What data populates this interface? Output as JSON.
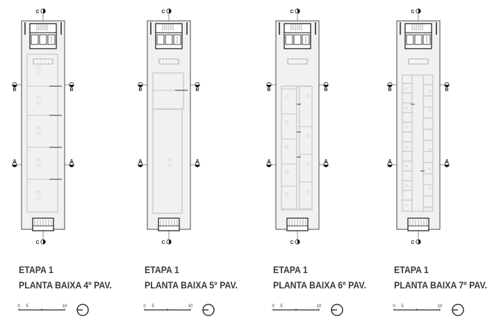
{
  "section_markers": {
    "cut_c": "C",
    "cut_b": "B",
    "cut_a": "A"
  },
  "scale_labels": [
    "0",
    "5",
    "10"
  ],
  "plans": [
    {
      "id": "4",
      "etapa": "ETAPA 1",
      "title": "PLANTA BAIXA 4º PAV.",
      "layout": "four-offices"
    },
    {
      "id": "5",
      "etapa": "ETAPA 1",
      "title": "PLANTA BAIXA 5º PAV.",
      "layout": "open-floor"
    },
    {
      "id": "6",
      "etapa": "ETAPA 1",
      "title": "PLANTA BAIXA 6º PAV.",
      "layout": "double-row"
    },
    {
      "id": "7",
      "etapa": "ETAPA 1",
      "title": "PLANTA BAIXA 7º PAV.",
      "layout": "small-cells"
    }
  ],
  "colors": {
    "line": "#222222",
    "thin": "#9a9a9a",
    "fill": "#f1f1f1",
    "text": "#3a3a3a"
  }
}
